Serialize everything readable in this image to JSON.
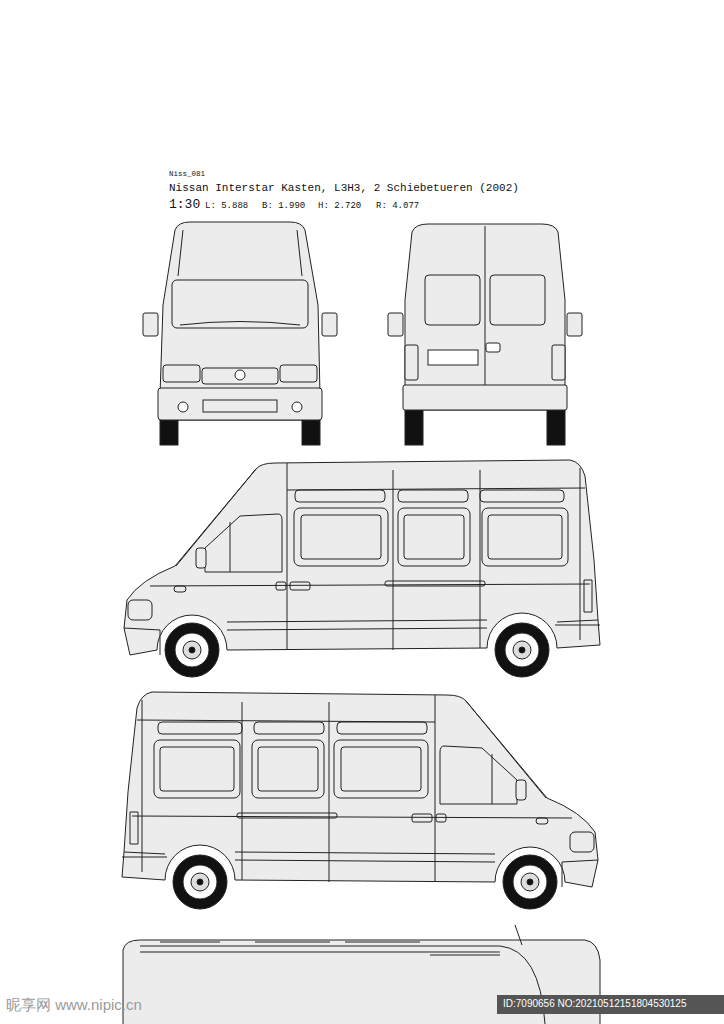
{
  "diagram": {
    "title": "Nissan Interstar Kasten, L3H3, 2 Schiebetueren (2002)",
    "labels": [
      "Niss_081",
      "1:30",
      "L: 5.888",
      "B: 1.990",
      "H: 2.720",
      "R: 4.077",
      "昵享网 www.nipic.cn",
      "ID:7090656 NO:20210512151804530125"
    ]
  }
}
